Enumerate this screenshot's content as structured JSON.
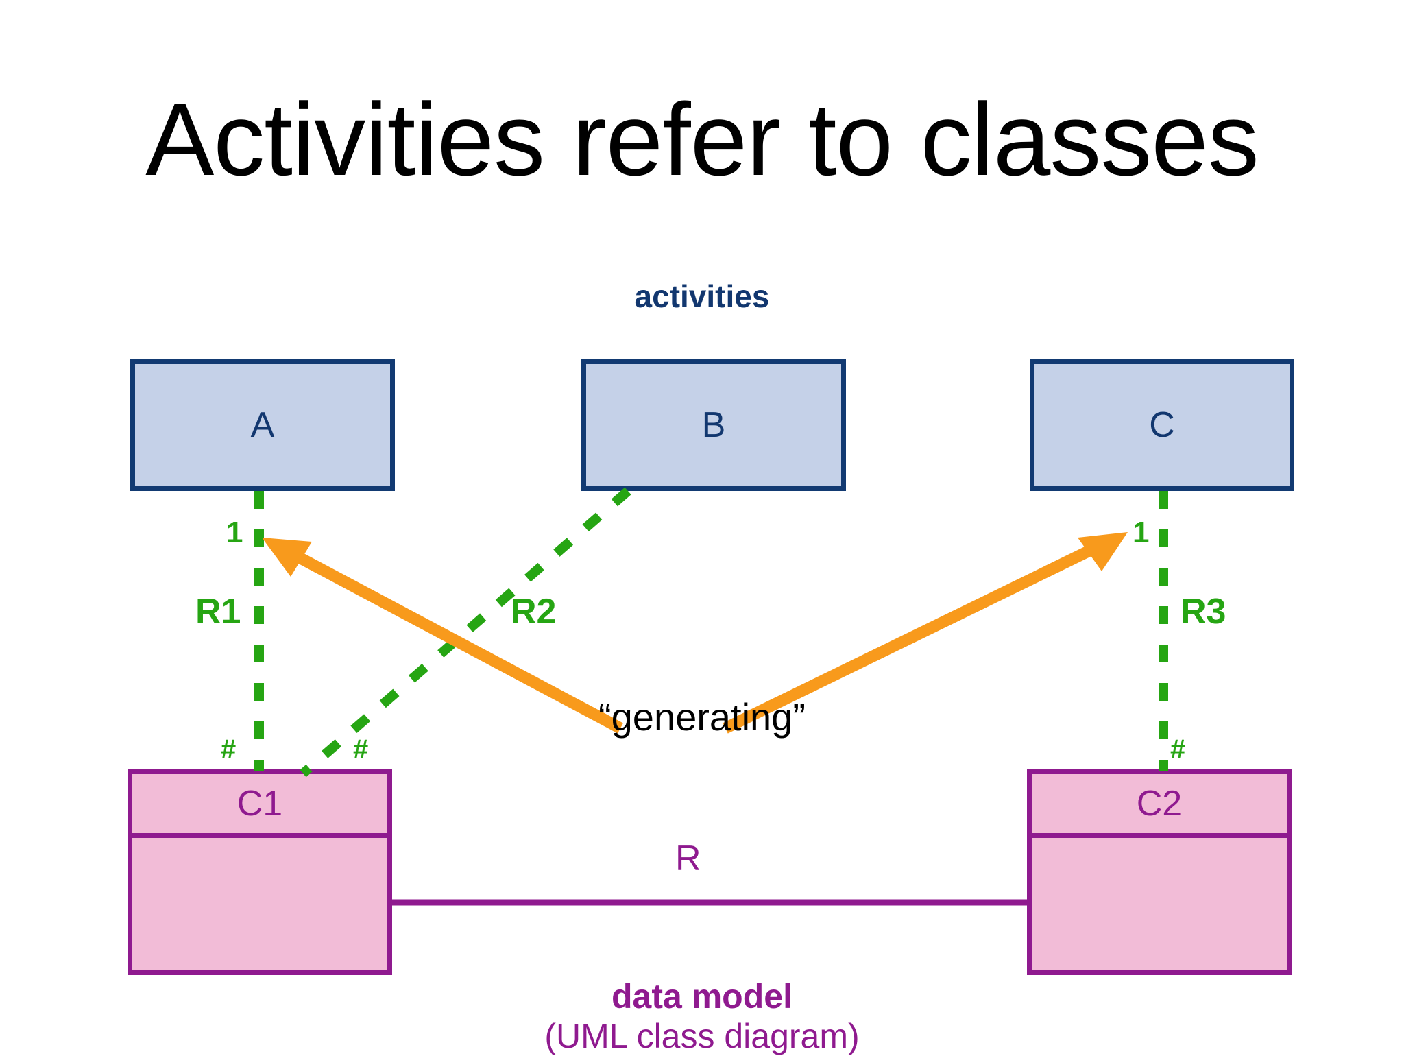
{
  "slide": {
    "title": "Activities refer to classes",
    "background_color": "#ffffff"
  },
  "colors": {
    "activity_fill": "#c5d1e8",
    "activity_border": "#123a72",
    "activity_text": "#12376f",
    "class_fill": "#f2bcd7",
    "class_border": "#8f1a8f",
    "class_text": "#8f1a8f",
    "relation_green": "#26a513",
    "arrow_orange": "#f89a1c",
    "title_text": "#000000"
  },
  "activities": {
    "group_label": "activities",
    "boxes": [
      {
        "label": "A"
      },
      {
        "label": "B"
      },
      {
        "label": "C"
      }
    ]
  },
  "data_model": {
    "caption_line1": "data model",
    "caption_line2": "(UML class diagram)",
    "classes": [
      {
        "name": "C1"
      },
      {
        "name": "C2"
      }
    ],
    "association_label": "R"
  },
  "references": [
    {
      "name": "R1",
      "multiplicity": "1",
      "key_marker": "#",
      "from": "A",
      "to": "C1"
    },
    {
      "name": "R2",
      "multiplicity": "",
      "key_marker": "#",
      "from": "B",
      "to": "C1"
    },
    {
      "name": "R3",
      "multiplicity": "1",
      "key_marker": "#",
      "from": "C",
      "to": "C2"
    }
  ],
  "annotations": {
    "generating": "“generating”",
    "mult_left": "1",
    "mult_right": "1",
    "hash_left": "#",
    "hash_mid": "#",
    "hash_right": "#"
  }
}
